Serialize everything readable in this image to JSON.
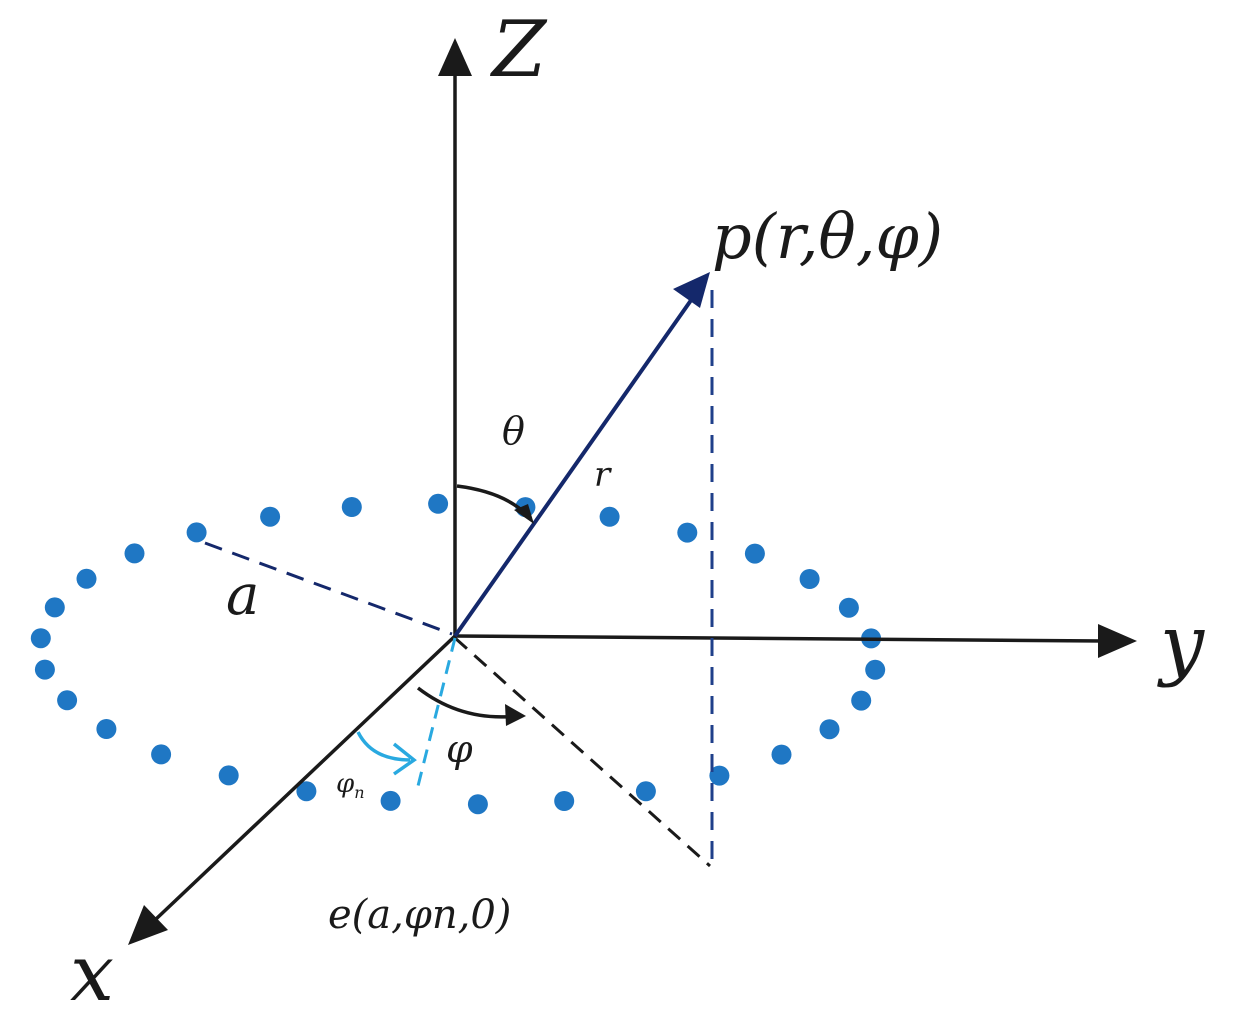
{
  "axes": {
    "z_label": "Z",
    "y_label": "y",
    "x_label": "x"
  },
  "point_label": "p(r,θ,φ)",
  "labels": {
    "theta": "θ",
    "r": "r",
    "a": "a",
    "phi": "φ",
    "phi_n": "φ",
    "phi_n_sub": "n",
    "element": "e(a,φn,0)"
  },
  "colors": {
    "axis": "#1a1a1a",
    "vector": "#14286b",
    "projection": "#1f3f8a",
    "elements": "#1f77c4",
    "phi_n_marker": "#29a9e0",
    "dashed_black": "#1a1a1a"
  },
  "element_count": 30
}
